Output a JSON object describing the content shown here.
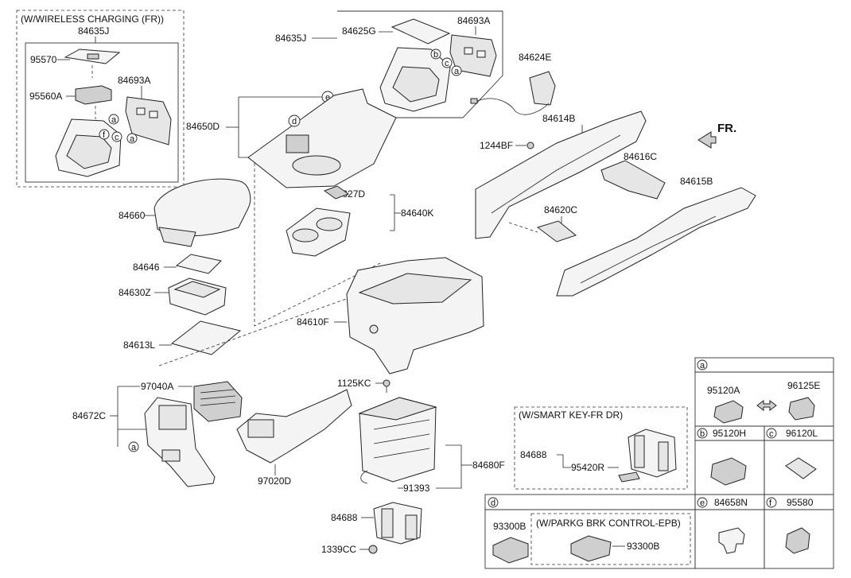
{
  "groups": {
    "wireless_charging": "(W/WIRELESS CHARGING (FR))",
    "smart_key": "(W/SMART KEY-FR DR)",
    "parking_brake": "(W/PARKG BRK CONTROL-EPB)"
  },
  "orientation": "FR.",
  "labels": {
    "p84635J_a": "84635J",
    "p95570": "95570",
    "p84693A_a": "84693A",
    "p95560A": "95560A",
    "p84635J_b": "84635J",
    "p84625G": "84625G",
    "p84693A_b": "84693A",
    "p84624E": "84624E",
    "p84650D": "84650D",
    "p84614B": "84614B",
    "p1244BF": "1244BF",
    "p84616C": "84616C",
    "p84615B": "84615B",
    "p84627D": "84627D",
    "p84640K": "84640K",
    "p84660": "84660",
    "p84620C": "84620C",
    "p84646": "84646",
    "p84630Z": "84630Z",
    "p84610F": "84610F",
    "p84613L": "84613L",
    "p1125KC": "1125KC",
    "p97040A": "97040A",
    "p84672C": "84672C",
    "p97020D": "97020D",
    "p84680F": "84680F",
    "p91393": "91393",
    "p84688_a": "84688",
    "p1339CC": "1339CC",
    "p84688_b": "84688",
    "p95420R": "95420R",
    "p95120A": "95120A",
    "p96125E": "96125E",
    "p95120H": "95120H",
    "p96120L": "96120L",
    "p93300B_a": "93300B",
    "p93300B_b": "93300B",
    "p84658N": "84658N",
    "p95580": "95580"
  },
  "letters": {
    "a": "a",
    "b": "b",
    "c": "c",
    "d": "d",
    "e": "e",
    "f": "f"
  }
}
